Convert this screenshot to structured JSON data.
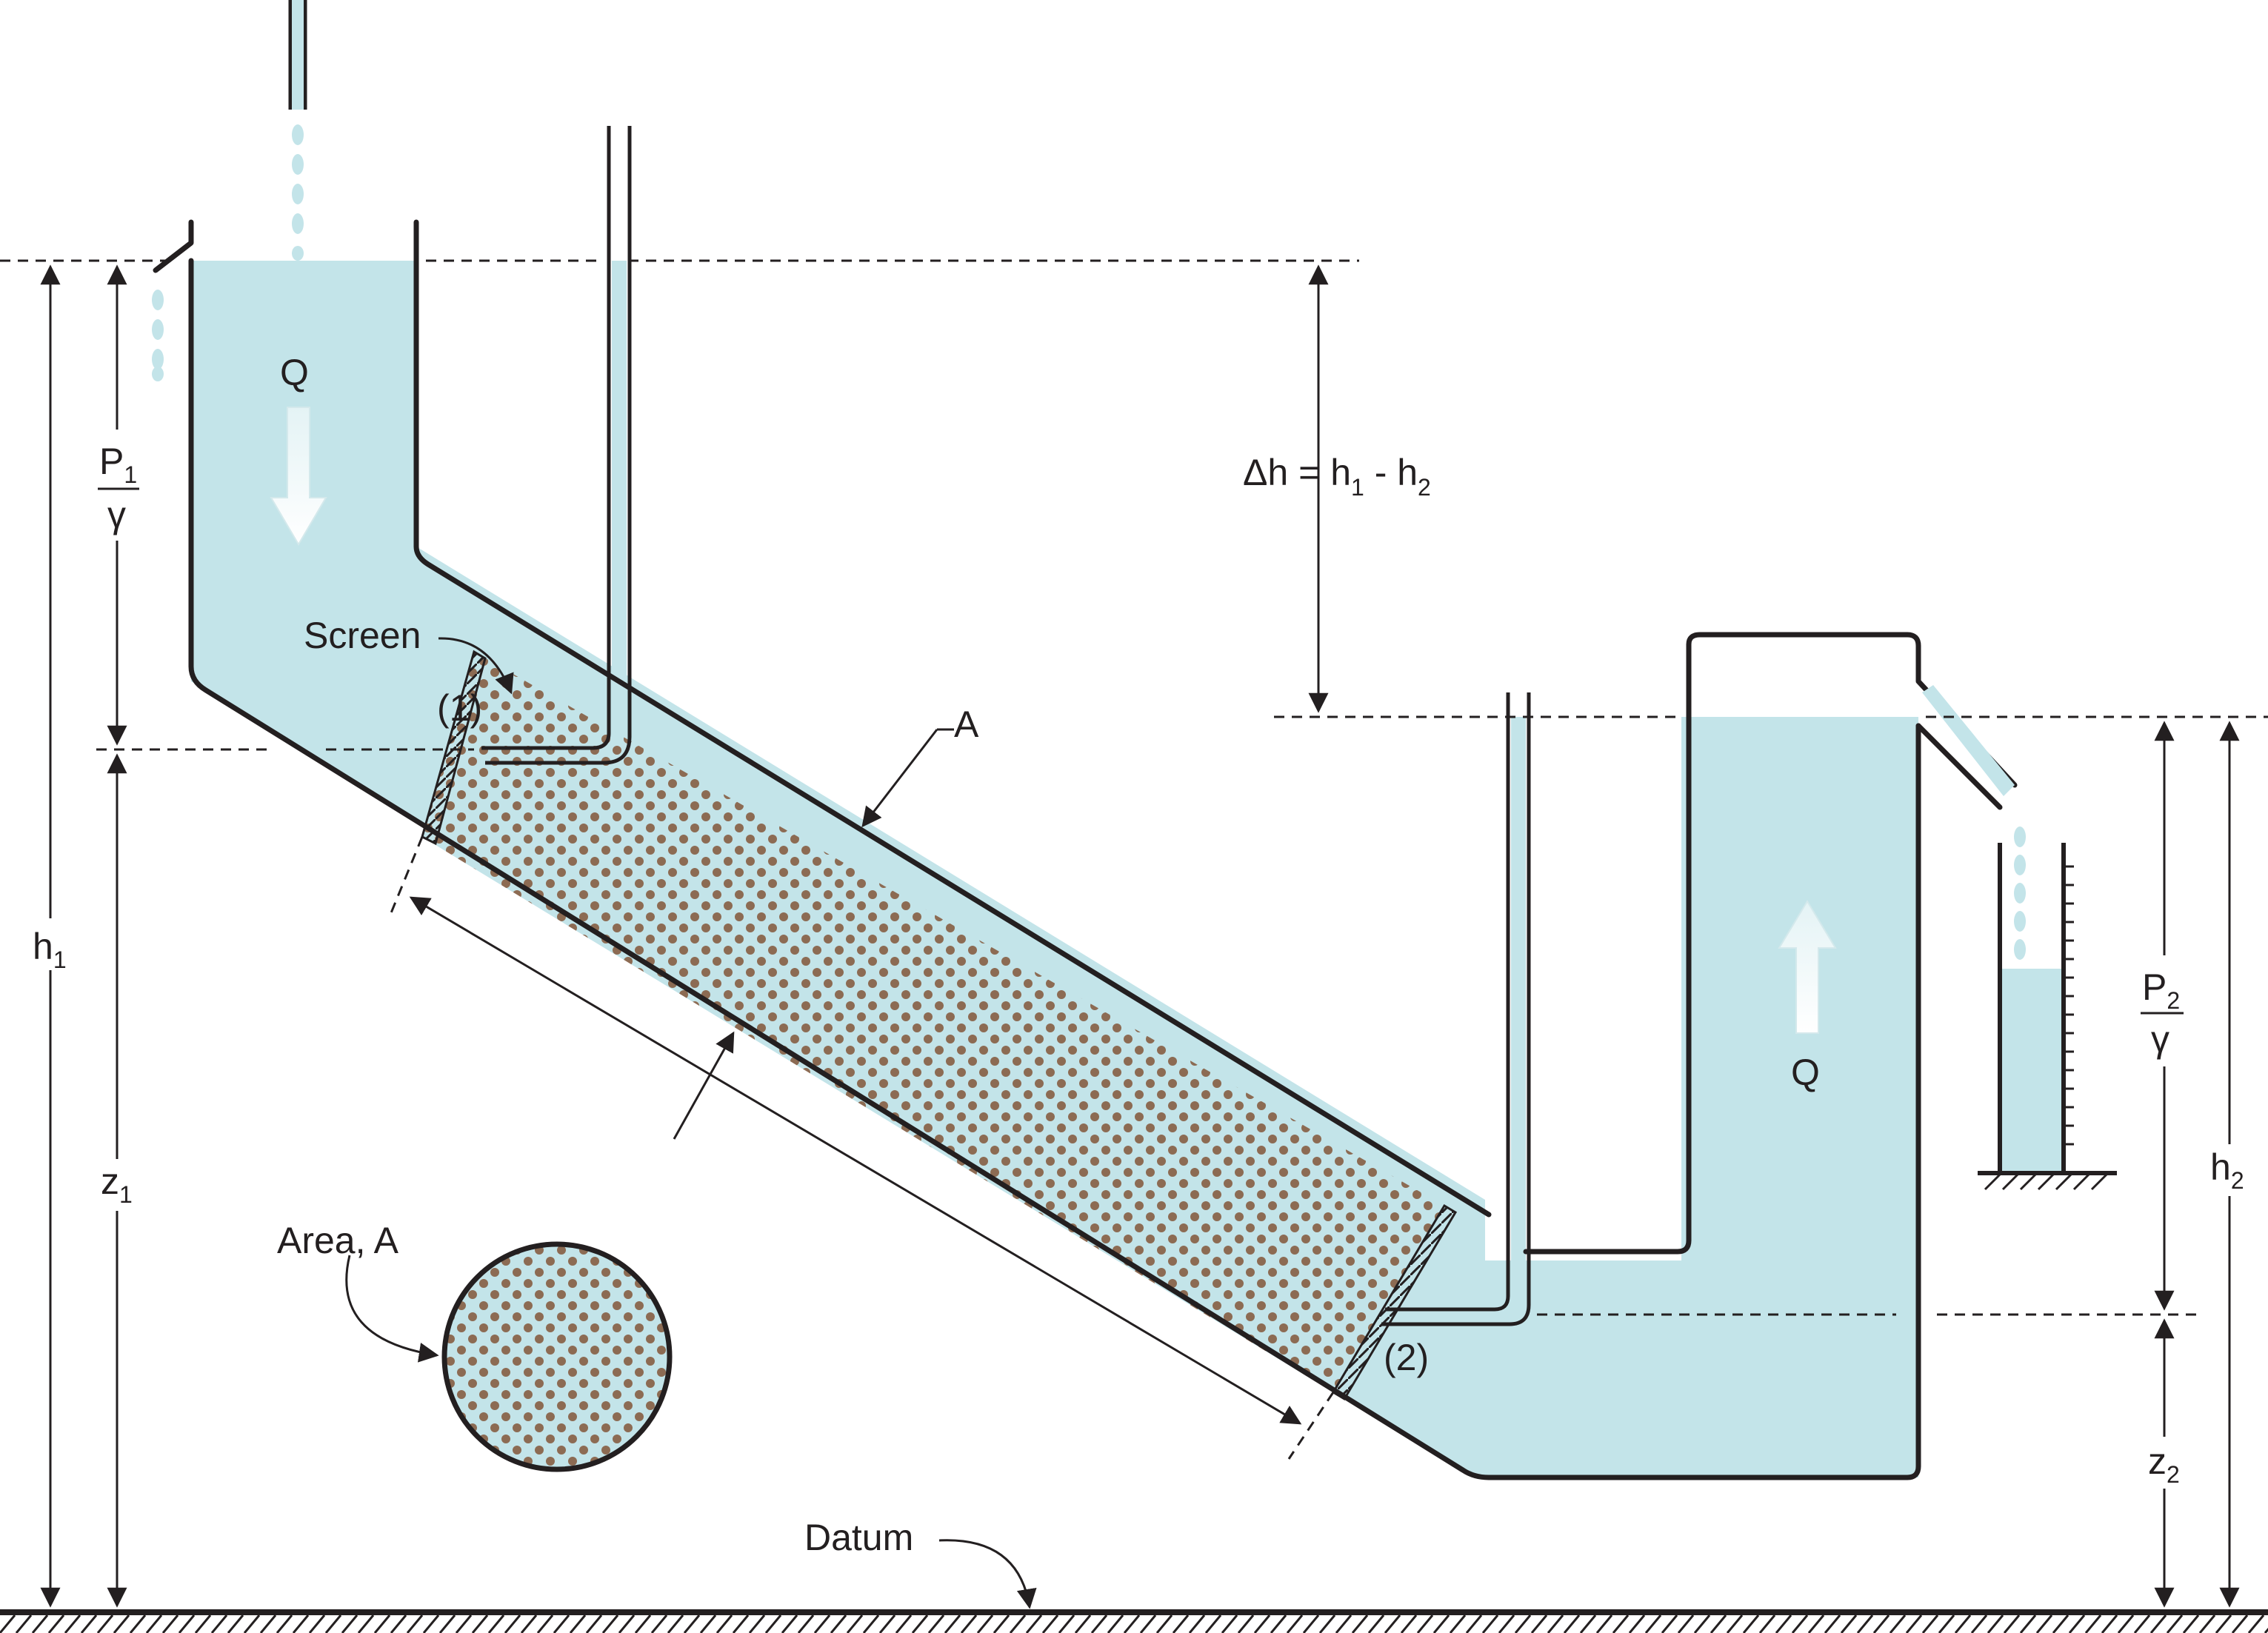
{
  "labels": {
    "flow_in": "Q",
    "flow_out": "Q",
    "screen": "Screen",
    "point_1": "(1)",
    "point_2": "(2)",
    "cross_section": "A",
    "area": "Area, A",
    "datum": "Datum",
    "delta_h_main": "Δh = h",
    "delta_h_sub1": "1",
    "delta_h_mid": " - h",
    "delta_h_sub2": "2",
    "p1_num": "P",
    "p1_sub": "1",
    "p1_den": "γ",
    "p2_num": "P",
    "p2_sub": "2",
    "p2_den": "γ",
    "h1": "h",
    "h1_sub": "1",
    "z1": "z",
    "z1_sub": "1",
    "h2": "h",
    "h2_sub": "2",
    "z2": "z",
    "z2_sub": "2"
  },
  "colors": {
    "water": "#c3e4e9",
    "soil_dots": "#8c6b53",
    "outline": "#231f20",
    "drop": "#c3e4e9"
  }
}
